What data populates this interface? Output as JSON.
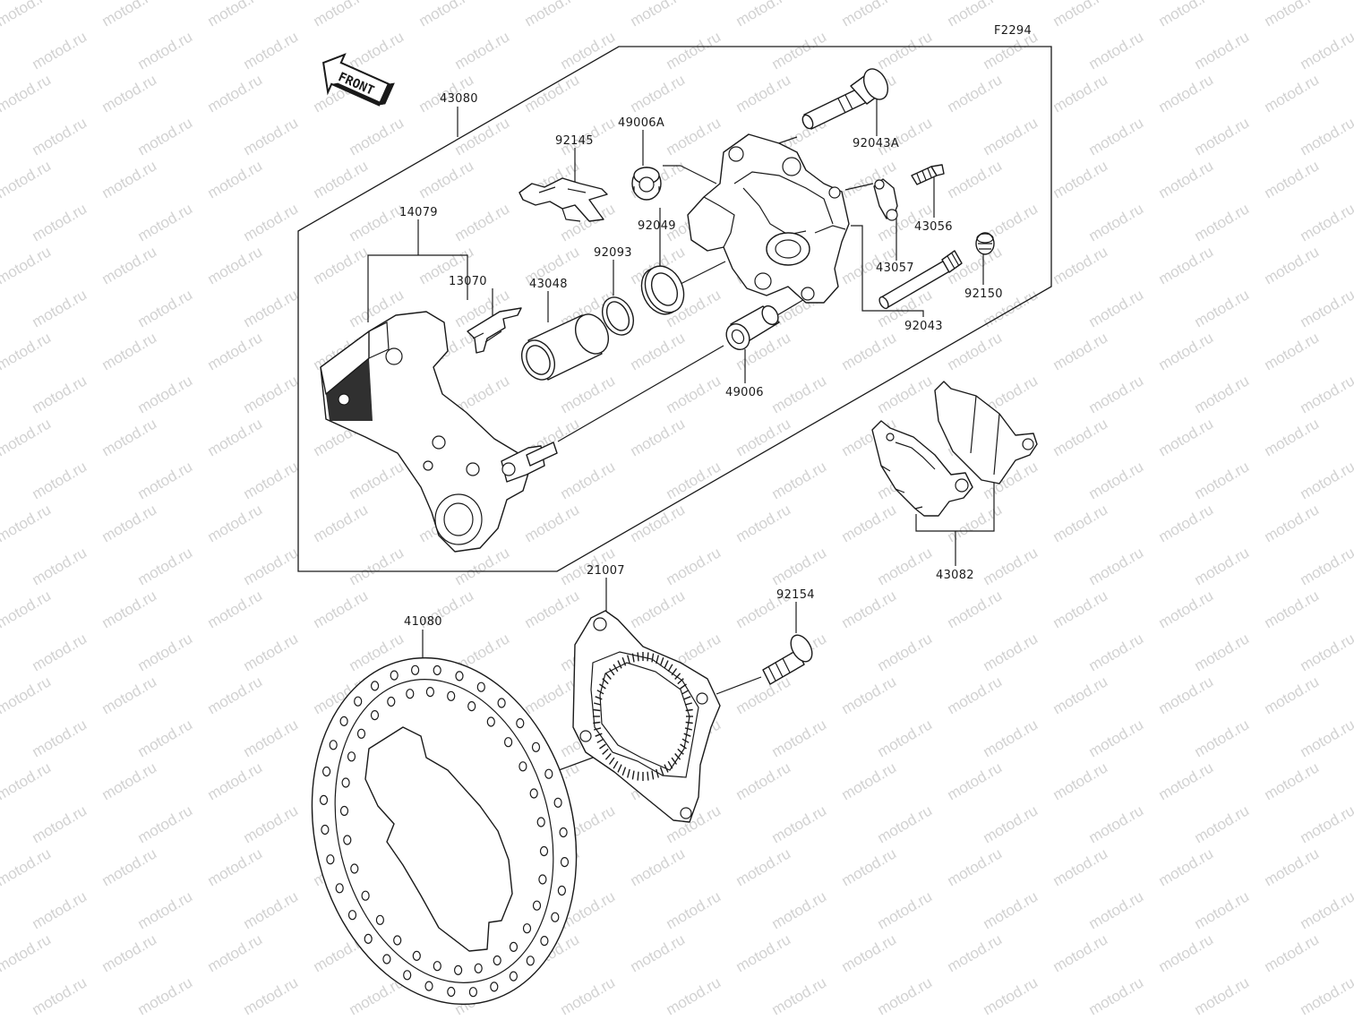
{
  "diagram": {
    "code": "F2294",
    "watermark": "motod.ru",
    "front_label": "FRONT",
    "parts": {
      "p43080": "43080",
      "p14079": "14079",
      "p13070": "13070",
      "p43048": "43048",
      "p92093": "92093",
      "p92145": "92145",
      "p49006A": "49006A",
      "p92049": "92049",
      "p92043A": "92043A",
      "p43056": "43056",
      "p43057": "43057",
      "p92150": "92150",
      "p92043": "92043",
      "p49006": "49006",
      "p43082": "43082",
      "p21007": "21007",
      "p92154": "92154",
      "p41080": "41080"
    }
  }
}
